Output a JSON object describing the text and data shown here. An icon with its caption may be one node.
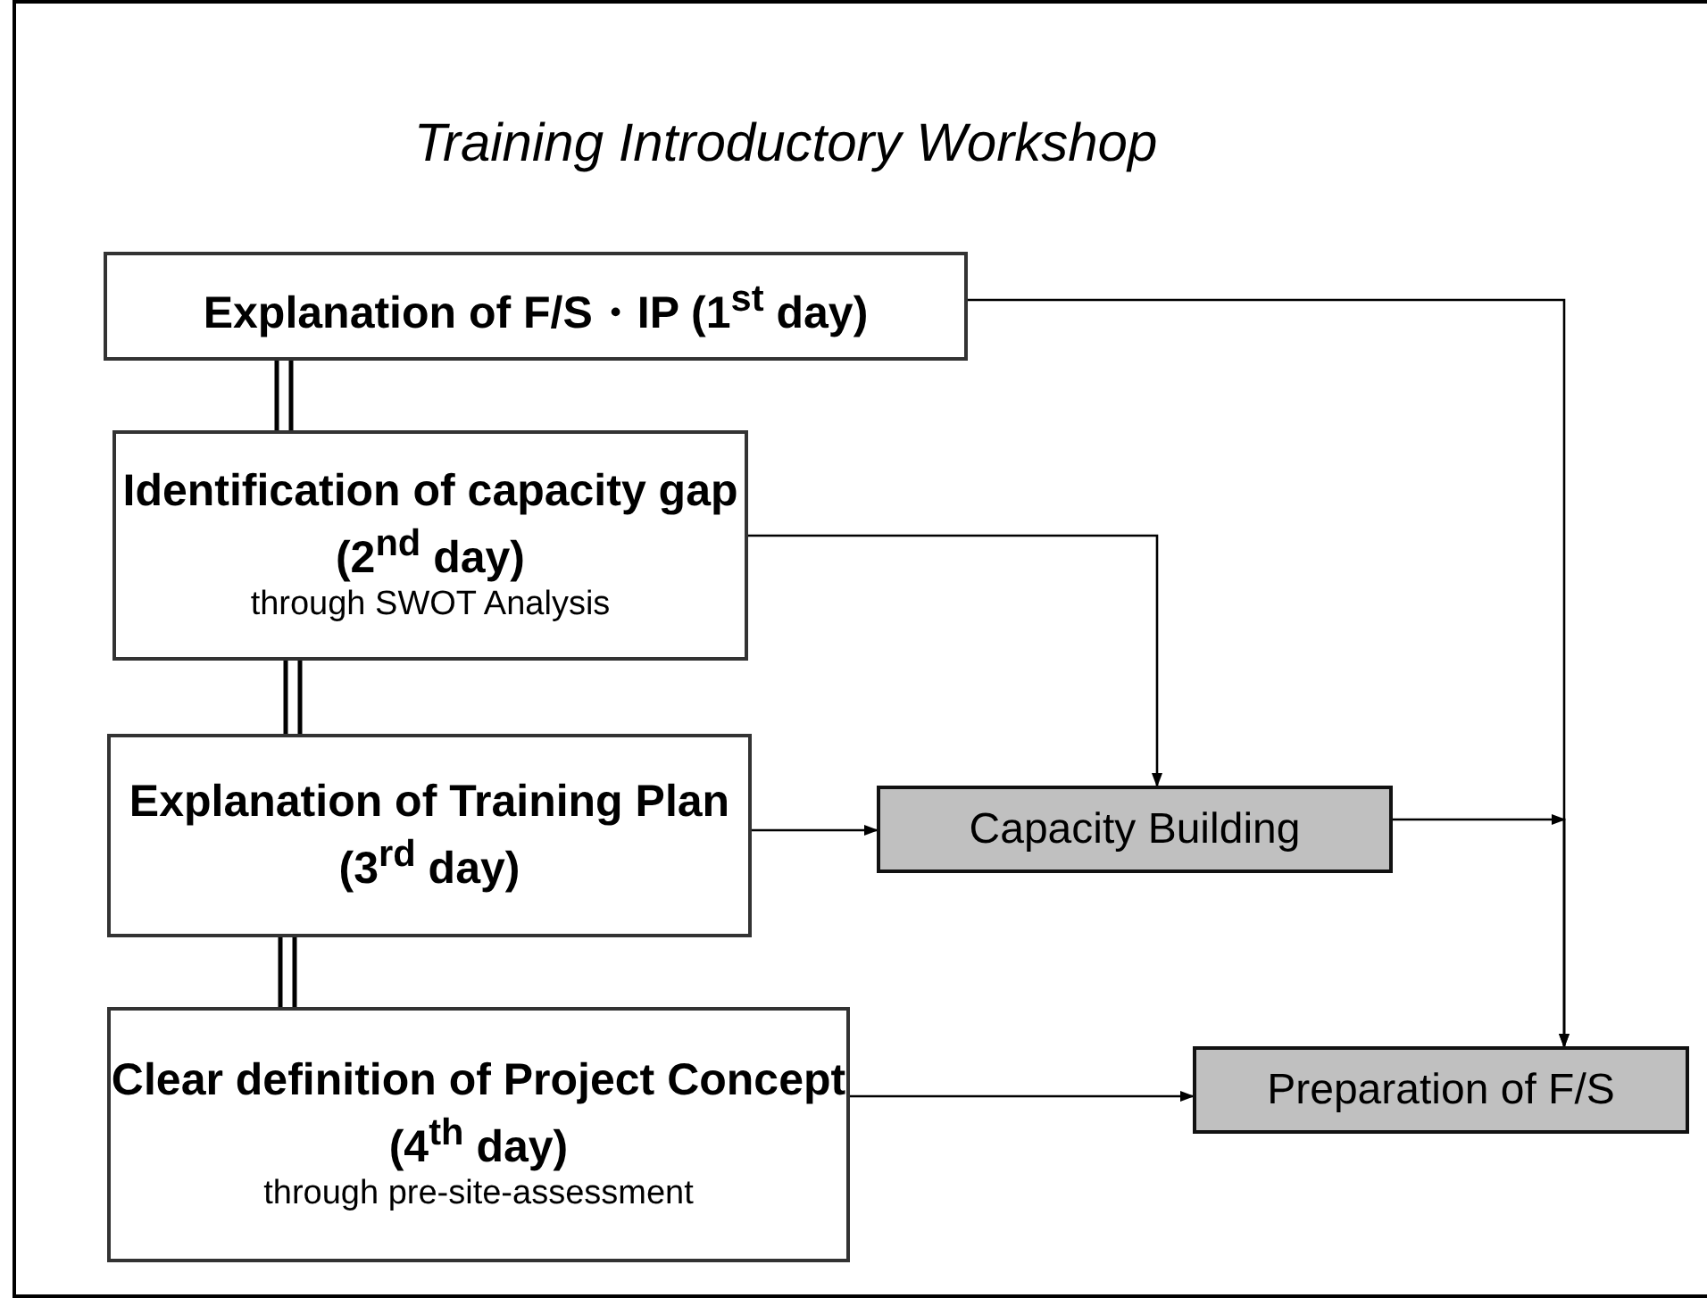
{
  "diagram": {
    "title": "Training Introductory Workshop",
    "nodes": [
      {
        "text": [
          "Explanation of F/S・IP (1$^{st}$ day)"
        ]
      },
      {
        "text": [
          "Identification of capacity gap (2$^{nd}$ day)",
          "through SWOT Analysis"
        ]
      },
      {
        "text": [
          "Explanation of Training Plan (3$^{rd}$ day)"
        ]
      },
      {
        "text": [
          "Clear definition of Project Concept (4$^{th}$ day)",
          "through pre-site-assessment"
        ]
      },
      {
        "text": [
          "Capacity Building"
        ]
      },
      {
        "text": [
          "Preparation of F/S"
        ]
      }
    ],
    "edges": [
      {
        "from": 0,
        "to": 1,
        "arrow": "none"
      },
      {
        "from": 1,
        "to": 2,
        "arrow": "none"
      },
      {
        "from": 2,
        "to": 3,
        "arrow": "none"
      },
      {
        "from": 0,
        "to": 5,
        "arrow": "to"
      },
      {
        "from": 1,
        "to": 4,
        "arrow": "to"
      },
      {
        "from": 2,
        "to": 4,
        "arrow": "to"
      },
      {
        "from": 4,
        "to": 5,
        "arrow": "to"
      },
      {
        "from": 3,
        "to": 5,
        "arrow": "to"
      }
    ]
  }
}
